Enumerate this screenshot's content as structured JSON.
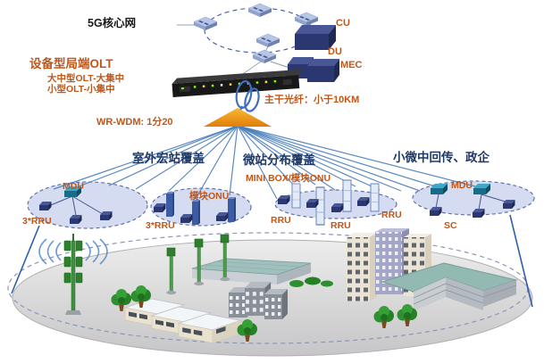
{
  "diagram_title": "5G核心网",
  "olt": {
    "heading": "设备型局端OLT",
    "sub1": "大中型OLT-大集中",
    "sub2": "小型OLT-小集中",
    "wdm": "WR-WDM: 1分20"
  },
  "core": {
    "cu": "CU",
    "du": "DU",
    "mec": "MEC"
  },
  "fiber": {
    "label": "主干光纤：小于10KM"
  },
  "zones": {
    "macro": {
      "title": "室外宏站覆盖",
      "mdu": "MDU",
      "rru_a": "3*RRU",
      "rru_b": "3*RRU",
      "onu": "模块ONU"
    },
    "micro": {
      "title": "微站分布覆盖",
      "device": "MINI BOX/模块ONU",
      "rru_a": "RRU",
      "rru_b": "RRU",
      "rru_c": "RRU"
    },
    "enterprise": {
      "title": "小微中回传、政企",
      "mdu": "MDU",
      "sc": "SC"
    }
  },
  "colors": {
    "accent_orange": "#C0571A",
    "title_navy": "#1F3864",
    "line_blue": "#4A7EBB",
    "cloud_fill": "#D5DBF0",
    "splitter_orange": "#F09517",
    "box_navy": "#2B3770",
    "device_teal": "#1A6B85"
  }
}
